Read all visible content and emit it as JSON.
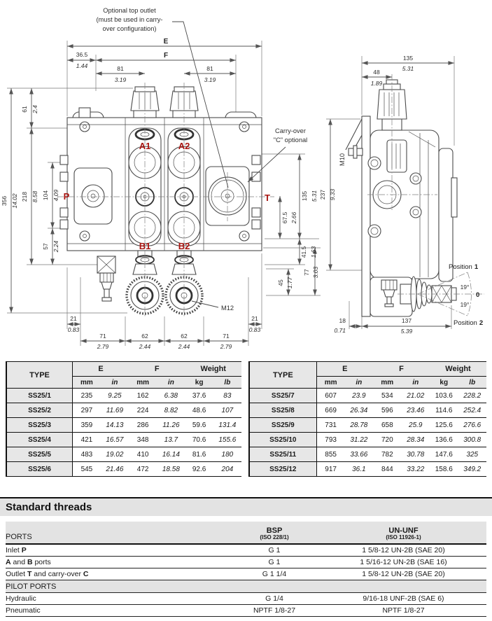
{
  "colors": {
    "port_label_red": "#a81410",
    "drawing_line": "#4a4a4a",
    "table_header_gray": "#e7e7e7",
    "heading_bar_gray": "#e3e3e3"
  },
  "drawing": {
    "front": {
      "note_top_outlet": [
        "Optional top outlet",
        "(must be used in carry-",
        "over configuration)"
      ],
      "note_carry_over": [
        "Carry-over",
        "\"C\" optional"
      ],
      "labels": {
        "E": "E",
        "F": "F",
        "m12": "M12",
        "p": "P",
        "t": "T",
        "a1": "A1",
        "a2": "A2",
        "b1": "B1",
        "b2": "B2"
      },
      "dims": {
        "w365": {
          "mm": "36.5",
          "in": "1.44"
        },
        "w81L": {
          "mm": "81",
          "in": "3.19"
        },
        "w81R": {
          "mm": "81",
          "in": "3.19"
        },
        "h356": {
          "mm": "356",
          "in": "14.02"
        },
        "h61": {
          "mm": "61",
          "in": "2.4"
        },
        "h218": {
          "mm": "218",
          "in": "8.58"
        },
        "h104": {
          "mm": "104",
          "in": "4.09"
        },
        "h57": {
          "mm": "57",
          "in": "2.24"
        },
        "h135": {
          "mm": "135",
          "in": "5.31"
        },
        "h675": {
          "mm": "67.5",
          "in": "2.66"
        },
        "h415": {
          "mm": "41.5",
          "in": "1.63"
        },
        "h45": {
          "mm": "45",
          "in": "1.77"
        },
        "h77": {
          "mm": "77",
          "in": "3.03"
        },
        "b21L": {
          "mm": "21",
          "in": "0.83"
        },
        "b21R": {
          "mm": "21",
          "in": "0.83"
        },
        "b71L": {
          "mm": "71",
          "in": "2.79"
        },
        "b62L": {
          "mm": "62",
          "in": "2.44"
        },
        "b62R": {
          "mm": "62",
          "in": "2.44"
        },
        "b71R": {
          "mm": "71",
          "in": "2.79"
        }
      }
    },
    "side": {
      "labels": {
        "m10": "M10",
        "zero": "0",
        "ang_up": "19°",
        "ang_dn": "19°",
        "pos1_label": "Position",
        "pos1_num": "1",
        "pos2_label": "Position",
        "pos2_num": "2"
      },
      "dims": {
        "w135": {
          "mm": "135",
          "in": "5.31"
        },
        "w48": {
          "mm": "48",
          "in": "1.89"
        },
        "h237": {
          "mm": "237",
          "in": "9.33"
        },
        "b18": {
          "mm": "18",
          "in": "0.71"
        },
        "b137": {
          "mm": "137",
          "in": "5.39"
        }
      }
    }
  },
  "spec_tables": {
    "headers": {
      "type": "TYPE",
      "e": "E",
      "f": "F",
      "weight": "Weight",
      "mm": "mm",
      "inch": "in",
      "kg": "kg",
      "lb": "lb"
    },
    "left": [
      {
        "type": "SS25/1",
        "e_mm": "235",
        "e_in": "9.25",
        "f_mm": "162",
        "f_in": "6.38",
        "kg": "37.6",
        "lb": "83"
      },
      {
        "type": "SS25/2",
        "e_mm": "297",
        "e_in": "11.69",
        "f_mm": "224",
        "f_in": "8.82",
        "kg": "48.6",
        "lb": "107"
      },
      {
        "type": "SS25/3",
        "e_mm": "359",
        "e_in": "14.13",
        "f_mm": "286",
        "f_in": "11.26",
        "kg": "59.6",
        "lb": "131.4"
      },
      {
        "type": "SS25/4",
        "e_mm": "421",
        "e_in": "16.57",
        "f_mm": "348",
        "f_in": "13.7",
        "kg": "70.6",
        "lb": "155.6"
      },
      {
        "type": "SS25/5",
        "e_mm": "483",
        "e_in": "19.02",
        "f_mm": "410",
        "f_in": "16.14",
        "kg": "81.6",
        "lb": "180"
      },
      {
        "type": "SS25/6",
        "e_mm": "545",
        "e_in": "21.46",
        "f_mm": "472",
        "f_in": "18.58",
        "kg": "92.6",
        "lb": "204"
      }
    ],
    "right": [
      {
        "type": "SS25/7",
        "e_mm": "607",
        "e_in": "23.9",
        "f_mm": "534",
        "f_in": "21.02",
        "kg": "103.6",
        "lb": "228.2"
      },
      {
        "type": "SS25/8",
        "e_mm": "669",
        "e_in": "26.34",
        "f_mm": "596",
        "f_in": "23.46",
        "kg": "114.6",
        "lb": "252.4"
      },
      {
        "type": "SS25/9",
        "e_mm": "731",
        "e_in": "28.78",
        "f_mm": "658",
        "f_in": "25.9",
        "kg": "125.6",
        "lb": "276.6"
      },
      {
        "type": "SS25/10",
        "e_mm": "793",
        "e_in": "31.22",
        "f_mm": "720",
        "f_in": "28.34",
        "kg": "136.6",
        "lb": "300.8"
      },
      {
        "type": "SS25/11",
        "e_mm": "855",
        "e_in": "33.66",
        "f_mm": "782",
        "f_in": "30.78",
        "kg": "147.6",
        "lb": "325"
      },
      {
        "type": "SS25/12",
        "e_mm": "917",
        "e_in": "36.1",
        "f_mm": "844",
        "f_in": "33.22",
        "kg": "158.6",
        "lb": "349.2"
      }
    ]
  },
  "threads": {
    "heading": "Standard threads",
    "ports_header": "PORTS",
    "bsp": "BSP",
    "bsp_iso": "(ISO 228/1)",
    "unf": "UN-UNF",
    "unf_iso": "(ISO 11926-1)",
    "pilot_header": "PILOT PORTS",
    "rows": {
      "inlet": {
        "t1": "Inlet ",
        "b1": "P",
        "bsp": "G 1",
        "unf": "1 5/8-12 UN-2B (SAE 20)"
      },
      "ab": {
        "b1": "A",
        "t1": " and ",
        "b2": "B",
        "t2": " ports",
        "bsp": "G 1",
        "unf": "1 5/16-12 UN-2B (SAE 16)"
      },
      "outlet": {
        "t1": "Outlet ",
        "b1": "T",
        "t2": " and carry-over ",
        "b2": "C",
        "bsp": "G 1 1/4",
        "unf": "1 5/8-12 UN-2B (SAE 20)"
      },
      "hydraulic": {
        "t1": "Hydraulic",
        "bsp": "G 1/4",
        "unf": "9/16-18 UNF-2B (SAE 6)"
      },
      "pneumatic": {
        "t1": "Pneumatic",
        "bsp": "NPTF 1/8-27",
        "unf": "NPTF 1/8-27"
      }
    }
  }
}
